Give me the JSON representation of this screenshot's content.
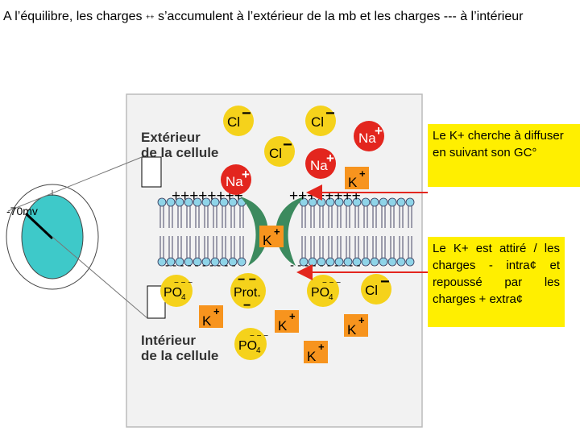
{
  "header": {
    "title_part1": "A l’équilibre, les charges ",
    "title_small": "++",
    "title_part2": " s’accumulent à l’extérieur de la mb et les charges --- à l’intérieur"
  },
  "diagram": {
    "voltage_label": "-70mv",
    "exterior_label_line1": "Extérieur",
    "exterior_label_line2": "de la cellule",
    "interior_label_line1": "Intérieur",
    "interior_label_line2": "de la cellule",
    "plus_row": "++++++++",
    "minus_row": "- - - - - - - - - -",
    "ions": {
      "cl": "Cl",
      "na": "Na",
      "k": "K",
      "po4": "PO",
      "po4_sub": "4",
      "prot": "Prot."
    },
    "colors": {
      "cl": "#f5d21b",
      "na": "#e3261e",
      "k": "#f7941e",
      "membrane": "#8fd4e8",
      "channel": "#3c8a5e",
      "cell": "#3ec9c9",
      "note_bg": "#ffef00",
      "arrow": "#e3261e"
    }
  },
  "notes": {
    "note1": "Le K+ cherche à diffuser en suivant son GC°",
    "note2": "Le K+ est attiré / les charges - intra¢ et repoussé par les charges + extra¢"
  }
}
